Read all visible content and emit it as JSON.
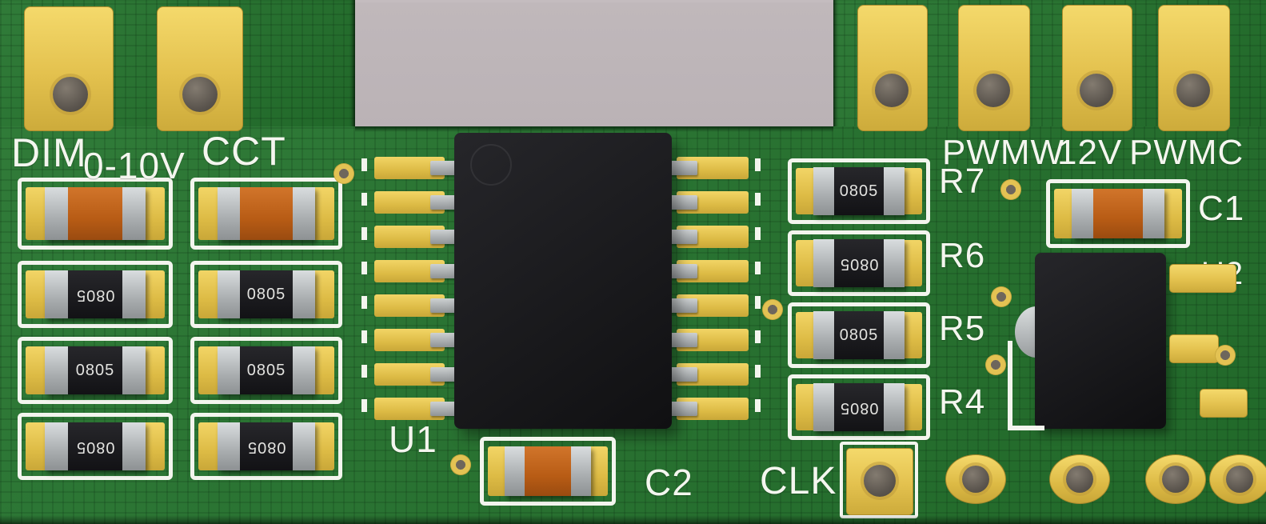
{
  "colors": {
    "background": "#b3abaf",
    "board_green": "#25742e",
    "silkscreen_white": "#f3f5ee",
    "pad_gold": "#e3c14e",
    "hole_dark": "#5a544d",
    "ic_black": "#141416",
    "lead_gray": "#a9adaf",
    "body_orange": "#b85c15"
  },
  "silkscreen": {
    "dim": "DIM",
    "range_0_10v": "0-10V",
    "cct": "CCT",
    "u1": "U1",
    "c2": "C2",
    "clk": "CLK",
    "r7": "R7",
    "r6": "R6",
    "r5": "R5",
    "r4": "R4",
    "c1": "C1",
    "u2": "U2",
    "pwmw": "PWMW",
    "v12": "12V",
    "pwmc": "PWMC"
  },
  "components": {
    "marking": "0805"
  }
}
